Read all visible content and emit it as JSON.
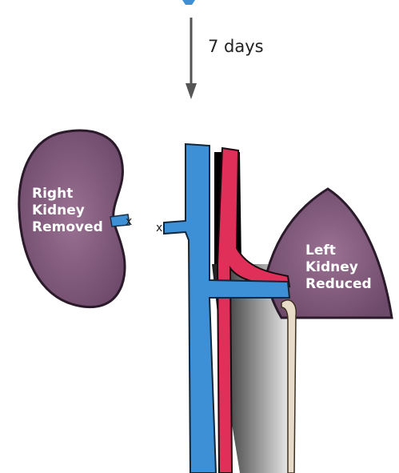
{
  "arrow": {
    "label": "7 days"
  },
  "right_kidney": {
    "label": "Right\nKidney\nRemoved"
  },
  "left_kidney": {
    "label": "Left\nKidney\nReduced"
  },
  "colors": {
    "kidney_fill": "#805a7a",
    "kidney_outline": "#2a1a2a",
    "vein": "#3d8fd6",
    "artery": "#e0305a",
    "ureter": "#e8dcc8",
    "arrow": "#555555"
  }
}
